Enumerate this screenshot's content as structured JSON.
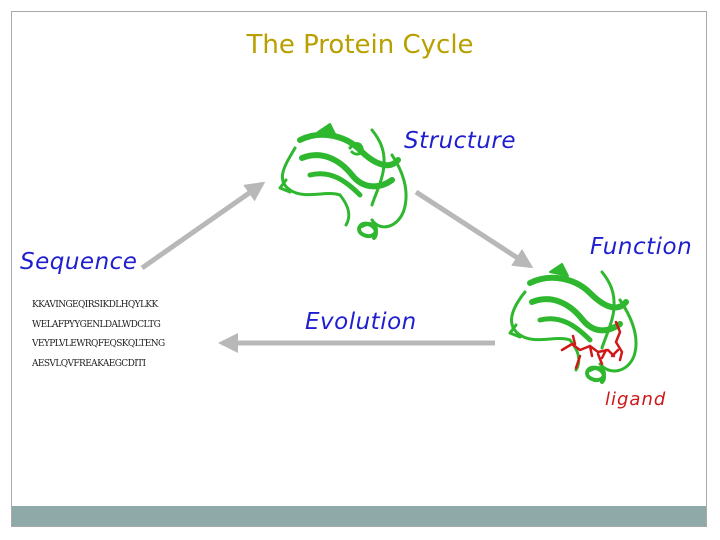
{
  "title": "The Protein Cycle",
  "labels": {
    "structure": "Structure",
    "sequence": "Sequence",
    "function": "Function",
    "evolution": "Evolution",
    "ligand": "ligand"
  },
  "sequence_lines": [
    "KKAVINGEQIRSIKDLHQYLKK",
    "WELAFPYYGENLDALWDCLTG",
    "VEYPLVLEWRQFEQSKQLTENG",
    "AESVLQVFREAKAEGCDITI"
  ],
  "colors": {
    "title": "#b9a000",
    "label": "#1f1fd0",
    "ligand": "#d01818",
    "protein": "#2fb82f",
    "arrow": "#b8b8b8",
    "footer": "#8fa9a9"
  },
  "icons": [
    "protein-structure-image",
    "protein-ligand-complex-image"
  ]
}
